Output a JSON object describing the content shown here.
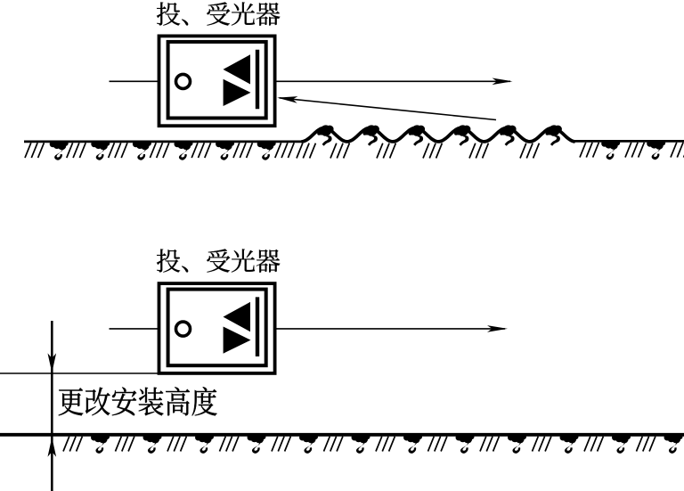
{
  "figure": {
    "background_color": "#ffffff",
    "ink_color": "#000000",
    "top_panel": {
      "device_label": "投、受光器"
    },
    "bottom_panel": {
      "device_label": "投、受光器",
      "height_note": "更改安装高度"
    }
  }
}
